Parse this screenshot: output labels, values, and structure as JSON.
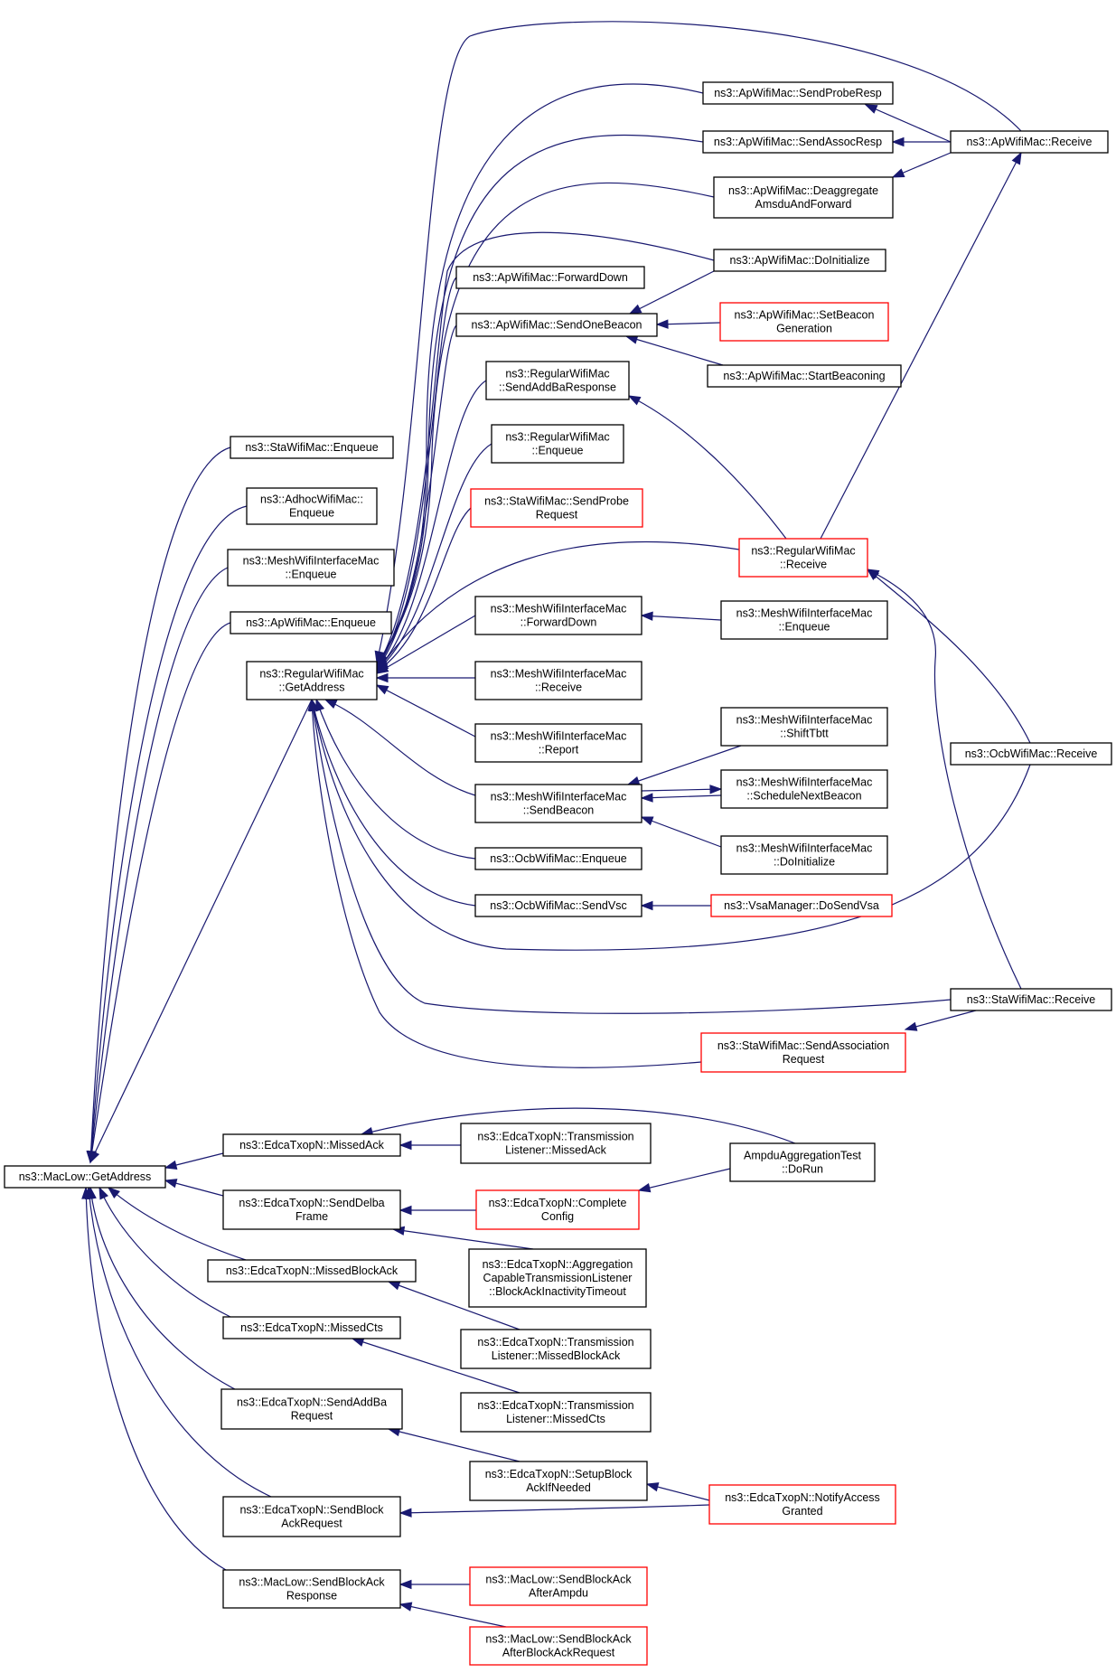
{
  "colors": {
    "edge": "#191970",
    "normal_border": "#000000",
    "red_border": "#ff0000",
    "root_fill": "#bfbfbf"
  },
  "nodes": [
    {
      "id": "root",
      "lines": [
        "ns3::MacLow::GetAddress"
      ],
      "style": "root"
    },
    {
      "id": "sta_enq",
      "lines": [
        "ns3::StaWifiMac::Enqueue"
      ],
      "style": "normal"
    },
    {
      "id": "adhoc_enq",
      "lines": [
        "ns3::AdhocWifiMac::",
        "Enqueue"
      ],
      "style": "normal"
    },
    {
      "id": "mesh_enq1",
      "lines": [
        "ns3::MeshWifiInterfaceMac",
        "::Enqueue"
      ],
      "style": "normal"
    },
    {
      "id": "ap_enq",
      "lines": [
        "ns3::ApWifiMac::Enqueue"
      ],
      "style": "normal"
    },
    {
      "id": "reg_getaddr",
      "lines": [
        "ns3::RegularWifiMac",
        "::GetAddress"
      ],
      "style": "normal"
    },
    {
      "id": "ap_sendprobe",
      "lines": [
        "ns3::ApWifiMac::SendProbeResp"
      ],
      "style": "normal"
    },
    {
      "id": "ap_sendassoc",
      "lines": [
        "ns3::ApWifiMac::SendAssocResp"
      ],
      "style": "normal"
    },
    {
      "id": "ap_receive",
      "lines": [
        "ns3::ApWifiMac::Receive"
      ],
      "style": "normal"
    },
    {
      "id": "ap_deagg",
      "lines": [
        "ns3::ApWifiMac::Deaggregate",
        "AmsduAndForward"
      ],
      "style": "normal"
    },
    {
      "id": "ap_doinit",
      "lines": [
        "ns3::ApWifiMac::DoInitialize"
      ],
      "style": "normal"
    },
    {
      "id": "ap_fwd",
      "lines": [
        "ns3::ApWifiMac::ForwardDown"
      ],
      "style": "normal"
    },
    {
      "id": "ap_sendbeacon",
      "lines": [
        "ns3::ApWifiMac::SendOneBeacon"
      ],
      "style": "normal"
    },
    {
      "id": "ap_setbeacon",
      "lines": [
        "ns3::ApWifiMac::SetBeacon",
        "Generation"
      ],
      "style": "red"
    },
    {
      "id": "ap_startbeacon",
      "lines": [
        "ns3::ApWifiMac::StartBeaconing"
      ],
      "style": "normal"
    },
    {
      "id": "reg_sendaddba",
      "lines": [
        "ns3::RegularWifiMac",
        "::SendAddBaResponse"
      ],
      "style": "normal"
    },
    {
      "id": "reg_enq",
      "lines": [
        "ns3::RegularWifiMac",
        "::Enqueue"
      ],
      "style": "normal"
    },
    {
      "id": "sta_sendprobe",
      "lines": [
        "ns3::StaWifiMac::SendProbe",
        "Request"
      ],
      "style": "red"
    },
    {
      "id": "reg_receive",
      "lines": [
        "ns3::RegularWifiMac",
        "::Receive"
      ],
      "style": "red"
    },
    {
      "id": "mesh_fwd",
      "lines": [
        "ns3::MeshWifiInterfaceMac",
        "::ForwardDown"
      ],
      "style": "normal"
    },
    {
      "id": "mesh_enq2",
      "lines": [
        "ns3::MeshWifiInterfaceMac",
        "::Enqueue"
      ],
      "style": "normal"
    },
    {
      "id": "mesh_recv",
      "lines": [
        "ns3::MeshWifiInterfaceMac",
        "::Receive"
      ],
      "style": "normal"
    },
    {
      "id": "mesh_report",
      "lines": [
        "ns3::MeshWifiInterfaceMac",
        "::Report"
      ],
      "style": "normal"
    },
    {
      "id": "mesh_shift",
      "lines": [
        "ns3::MeshWifiInterfaceMac",
        "::ShiftTbtt"
      ],
      "style": "normal"
    },
    {
      "id": "ocb_receive",
      "lines": [
        "ns3::OcbWifiMac::Receive"
      ],
      "style": "normal"
    },
    {
      "id": "mesh_sendbeacon",
      "lines": [
        "ns3::MeshWifiInterfaceMac",
        "::SendBeacon"
      ],
      "style": "normal"
    },
    {
      "id": "mesh_sched",
      "lines": [
        "ns3::MeshWifiInterfaceMac",
        "::ScheduleNextBeacon"
      ],
      "style": "normal"
    },
    {
      "id": "mesh_doinit",
      "lines": [
        "ns3::MeshWifiInterfaceMac",
        "::DoInitialize"
      ],
      "style": "normal"
    },
    {
      "id": "ocb_enq",
      "lines": [
        "ns3::OcbWifiMac::Enqueue"
      ],
      "style": "normal"
    },
    {
      "id": "ocb_sendvsc",
      "lines": [
        "ns3::OcbWifiMac::SendVsc"
      ],
      "style": "normal"
    },
    {
      "id": "vsa_send",
      "lines": [
        "ns3::VsaManager::DoSendVsa"
      ],
      "style": "red"
    },
    {
      "id": "sta_receive",
      "lines": [
        "ns3::StaWifiMac::Receive"
      ],
      "style": "normal"
    },
    {
      "id": "sta_sendassoc",
      "lines": [
        "ns3::StaWifiMac::SendAssociation",
        "Request"
      ],
      "style": "red"
    },
    {
      "id": "edca_missedack",
      "lines": [
        "ns3::EdcaTxopN::MissedAck"
      ],
      "style": "normal"
    },
    {
      "id": "edca_tl_missedack",
      "lines": [
        "ns3::EdcaTxopN::Transmission",
        "Listener::MissedAck"
      ],
      "style": "normal"
    },
    {
      "id": "ampdu_test",
      "lines": [
        "AmpduAggregationTest",
        "::DoRun"
      ],
      "style": "normal"
    },
    {
      "id": "edca_senddelba",
      "lines": [
        "ns3::EdcaTxopN::SendDelba",
        "Frame"
      ],
      "style": "normal"
    },
    {
      "id": "edca_complete",
      "lines": [
        "ns3::EdcaTxopN::Complete",
        "Config"
      ],
      "style": "red"
    },
    {
      "id": "edca_agg",
      "lines": [
        "ns3::EdcaTxopN::Aggregation",
        "CapableTransmissionListener",
        "::BlockAckInactivityTimeout"
      ],
      "style": "normal"
    },
    {
      "id": "edca_missedba",
      "lines": [
        "ns3::EdcaTxopN::MissedBlockAck"
      ],
      "style": "normal"
    },
    {
      "id": "edca_tl_missedba",
      "lines": [
        "ns3::EdcaTxopN::Transmission",
        "Listener::MissedBlockAck"
      ],
      "style": "normal"
    },
    {
      "id": "edca_missedcts",
      "lines": [
        "ns3::EdcaTxopN::MissedCts"
      ],
      "style": "normal"
    },
    {
      "id": "edca_tl_missedcts",
      "lines": [
        "ns3::EdcaTxopN::Transmission",
        "Listener::MissedCts"
      ],
      "style": "normal"
    },
    {
      "id": "edca_sendaddba",
      "lines": [
        "ns3::EdcaTxopN::SendAddBa",
        "Request"
      ],
      "style": "normal"
    },
    {
      "id": "edca_setupba",
      "lines": [
        "ns3::EdcaTxopN::SetupBlock",
        "AckIfNeeded"
      ],
      "style": "normal"
    },
    {
      "id": "edca_notify",
      "lines": [
        "ns3::EdcaTxopN::NotifyAccess",
        "Granted"
      ],
      "style": "red"
    },
    {
      "id": "edca_sendbar",
      "lines": [
        "ns3::EdcaTxopN::SendBlock",
        "AckRequest"
      ],
      "style": "normal"
    },
    {
      "id": "mac_sendbaresp",
      "lines": [
        "ns3::MacLow::SendBlockAck",
        "Response"
      ],
      "style": "normal"
    },
    {
      "id": "mac_ba_ampdu",
      "lines": [
        "ns3::MacLow::SendBlockAck",
        "AfterAmpdu"
      ],
      "style": "red"
    },
    {
      "id": "mac_ba_bar",
      "lines": [
        "ns3::MacLow::SendBlockAck",
        "AfterBlockAckRequest"
      ],
      "style": "red"
    }
  ],
  "edges": [
    {
      "from": "sta_enq",
      "to": "root"
    },
    {
      "from": "adhoc_enq",
      "to": "root"
    },
    {
      "from": "mesh_enq1",
      "to": "root"
    },
    {
      "from": "ap_enq",
      "to": "root"
    },
    {
      "from": "reg_getaddr",
      "to": "root"
    },
    {
      "from": "ap_receive",
      "to": "reg_getaddr"
    },
    {
      "from": "ap_sendprobe",
      "to": "reg_getaddr"
    },
    {
      "from": "ap_sendassoc",
      "to": "reg_getaddr"
    },
    {
      "from": "ap_deagg",
      "to": "reg_getaddr"
    },
    {
      "from": "ap_doinit",
      "to": "reg_getaddr"
    },
    {
      "from": "ap_fwd",
      "to": "reg_getaddr"
    },
    {
      "from": "ap_sendbeacon",
      "to": "reg_getaddr"
    },
    {
      "from": "reg_sendaddba",
      "to": "reg_getaddr"
    },
    {
      "from": "reg_enq",
      "to": "reg_getaddr"
    },
    {
      "from": "sta_sendprobe",
      "to": "reg_getaddr"
    },
    {
      "from": "reg_receive",
      "to": "reg_getaddr"
    },
    {
      "from": "mesh_fwd",
      "to": "reg_getaddr"
    },
    {
      "from": "mesh_recv",
      "to": "reg_getaddr"
    },
    {
      "from": "mesh_report",
      "to": "reg_getaddr"
    },
    {
      "from": "mesh_sendbeacon",
      "to": "reg_getaddr"
    },
    {
      "from": "ocb_enq",
      "to": "reg_getaddr"
    },
    {
      "from": "ocb_sendvsc",
      "to": "reg_getaddr"
    },
    {
      "from": "ocb_receive",
      "to": "reg_getaddr"
    },
    {
      "from": "sta_receive",
      "to": "reg_getaddr"
    },
    {
      "from": "sta_sendassoc",
      "to": "reg_getaddr"
    },
    {
      "from": "ap_receive",
      "to": "ap_sendprobe"
    },
    {
      "from": "ap_receive",
      "to": "ap_sendassoc"
    },
    {
      "from": "ap_receive",
      "to": "ap_deagg"
    },
    {
      "from": "ap_doinit",
      "to": "ap_sendbeacon"
    },
    {
      "from": "ap_setbeacon",
      "to": "ap_sendbeacon"
    },
    {
      "from": "ap_startbeacon",
      "to": "ap_sendbeacon"
    },
    {
      "from": "reg_receive",
      "to": "reg_sendaddba"
    },
    {
      "from": "reg_receive",
      "to": "ap_receive"
    },
    {
      "from": "ocb_receive",
      "to": "reg_receive"
    },
    {
      "from": "sta_receive",
      "to": "reg_receive"
    },
    {
      "from": "mesh_enq2",
      "to": "mesh_fwd"
    },
    {
      "from": "mesh_shift",
      "to": "mesh_sendbeacon"
    },
    {
      "from": "mesh_sched",
      "to": "mesh_sendbeacon"
    },
    {
      "from": "mesh_sendbeacon",
      "to": "mesh_sched"
    },
    {
      "from": "mesh_doinit",
      "to": "mesh_sendbeacon"
    },
    {
      "from": "vsa_send",
      "to": "ocb_sendvsc"
    },
    {
      "from": "sta_receive",
      "to": "sta_sendassoc"
    },
    {
      "from": "edca_missedack",
      "to": "root"
    },
    {
      "from": "edca_senddelba",
      "to": "root"
    },
    {
      "from": "edca_missedba",
      "to": "root"
    },
    {
      "from": "edca_missedcts",
      "to": "root"
    },
    {
      "from": "edca_sendaddba",
      "to": "root"
    },
    {
      "from": "edca_sendbar",
      "to": "root"
    },
    {
      "from": "mac_sendbaresp",
      "to": "root"
    },
    {
      "from": "edca_tl_missedack",
      "to": "edca_missedack"
    },
    {
      "from": "ampdu_test",
      "to": "edca_missedack"
    },
    {
      "from": "edca_complete",
      "to": "edca_senddelba"
    },
    {
      "from": "edca_agg",
      "to": "edca_senddelba"
    },
    {
      "from": "ampdu_test",
      "to": "edca_complete"
    },
    {
      "from": "edca_tl_missedba",
      "to": "edca_missedba"
    },
    {
      "from": "edca_tl_missedcts",
      "to": "edca_missedcts"
    },
    {
      "from": "edca_setupba",
      "to": "edca_sendaddba"
    },
    {
      "from": "edca_notify",
      "to": "edca_setupba"
    },
    {
      "from": "edca_notify",
      "to": "edca_sendbar"
    },
    {
      "from": "mac_ba_ampdu",
      "to": "mac_sendbaresp"
    },
    {
      "from": "mac_ba_bar",
      "to": "mac_sendbaresp"
    }
  ]
}
